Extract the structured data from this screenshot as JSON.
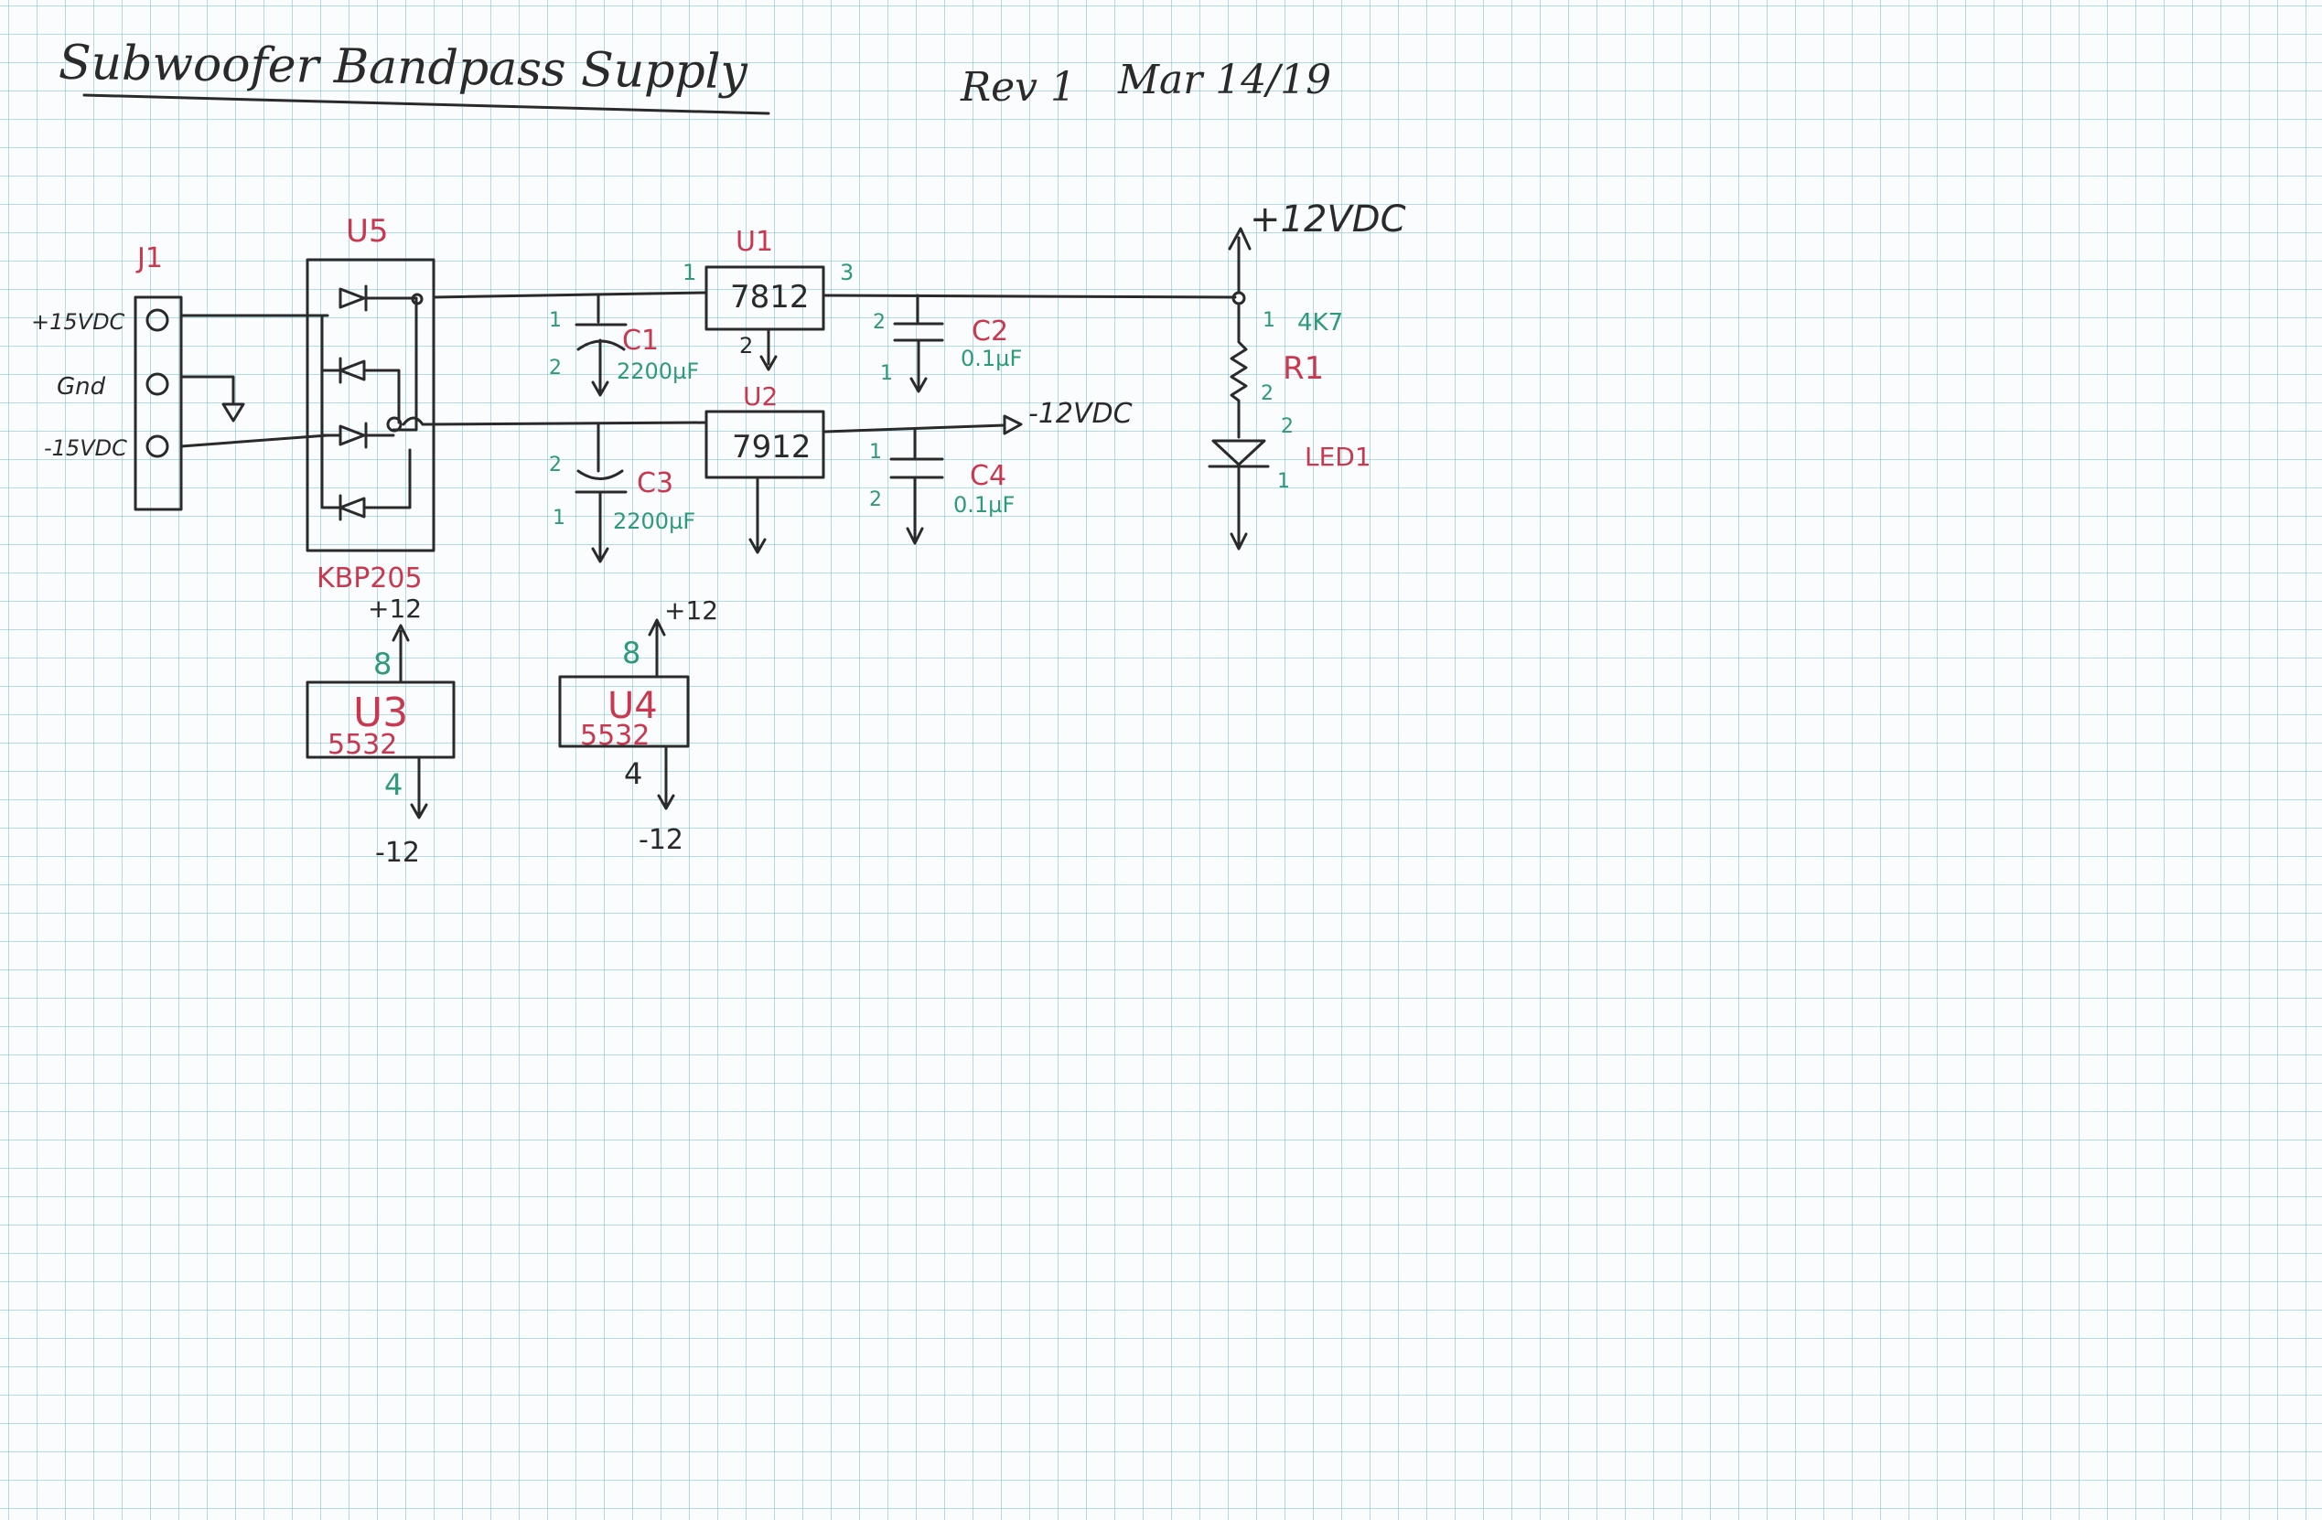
{
  "header": {
    "title": "Subwoofer Bandpass Supply",
    "revision": "Rev 1",
    "date": "Mar 14/19"
  },
  "connector": {
    "ref": "J1",
    "pins": [
      "+15VDC",
      "Gnd",
      "-15VDC"
    ]
  },
  "bridge": {
    "ref": "U5",
    "part": "KBP205"
  },
  "regulators": [
    {
      "ref": "U1",
      "part": "7812",
      "pin_in": "1",
      "pin_gnd": "2",
      "pin_out": "3"
    },
    {
      "ref": "U2",
      "part": "7912"
    }
  ],
  "capacitors": [
    {
      "ref": "C1",
      "value": "2200µF",
      "pin_top": "1",
      "pin_bottom": "2"
    },
    {
      "ref": "C2",
      "value": "0.1µF",
      "pin_top": "2",
      "pin_bottom": "1"
    },
    {
      "ref": "C3",
      "value": "2200µF",
      "pin_top": "2",
      "pin_bottom": "1"
    },
    {
      "ref": "C4",
      "value": "0.1µF",
      "pin_top": "1",
      "pin_bottom": "2"
    }
  ],
  "resistor": {
    "ref": "R1",
    "value": "4K7",
    "pin_top": "1",
    "pin_bottom": "2"
  },
  "led": {
    "ref": "LED1",
    "pin_top": "2",
    "pin_bottom": "1"
  },
  "rails": {
    "positive": "+12VDC",
    "negative": "-12VDC"
  },
  "opamps": [
    {
      "ref": "U3",
      "part": "5532",
      "pin_vplus": "8",
      "pin_vminus": "4",
      "vplus": "+12",
      "vminus": "-12"
    },
    {
      "ref": "U4",
      "part": "5532",
      "pin_vplus": "8",
      "pin_vminus": "4",
      "vplus": "+12",
      "vminus": "-12"
    }
  ],
  "colors": {
    "ink": "#2a2a2a",
    "ref_red": "#c8384f",
    "pin_green": "#2c9a7b"
  }
}
